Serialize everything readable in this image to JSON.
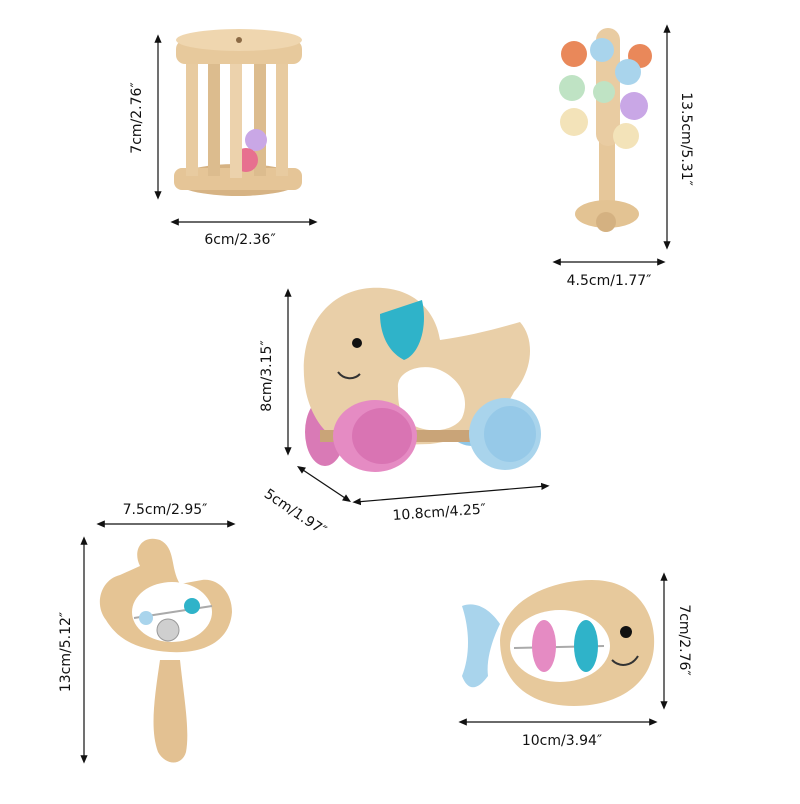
{
  "labels": {
    "cage_width": "6cm/2.36″",
    "cage_height": "7cm/2.76″",
    "tree_width": "4.5cm/1.77″",
    "tree_height": "13.5cm/5.31″",
    "duck_height": "8cm/3.15″",
    "duck_depth": "5cm/1.97″",
    "duck_length": "10.8cm/4.25″",
    "rabbit_width": "7.5cm/2.95″",
    "rabbit_height": "13cm/5.12″",
    "fish_width": "10cm/3.94″",
    "fish_height": "7cm/2.76″"
  },
  "colors": {
    "wood": "#e9cfa8",
    "wood_dark": "#d2ad7e",
    "pink": "#e58bc3",
    "light_blue": "#a9d4ec",
    "teal": "#2fb3c9",
    "orange": "#e9885a",
    "mint": "#bfe3c4",
    "lavender": "#c9a7e6",
    "cream": "#f3e3b9"
  }
}
